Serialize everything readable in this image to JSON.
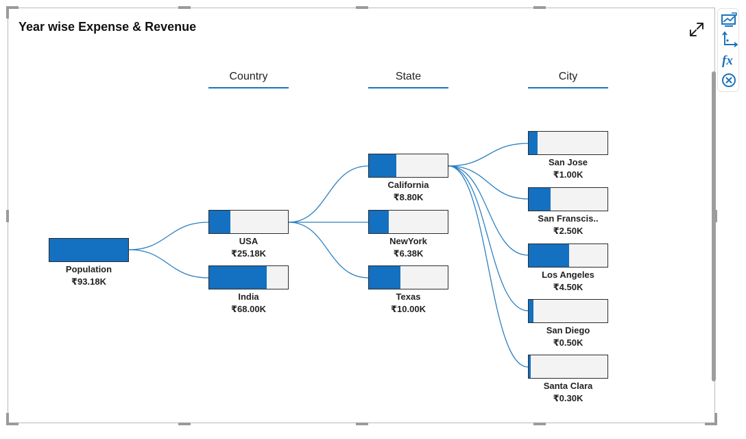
{
  "widget": {
    "title": "Year wise Expense & Revenue"
  },
  "toolbar": {
    "items": [
      {
        "name": "chart-type-icon"
      },
      {
        "name": "axis-icon"
      },
      {
        "name": "fx-icon",
        "label": "fx"
      },
      {
        "name": "close-icon"
      }
    ],
    "expand_icon": "expand-icon"
  },
  "colors": {
    "accent": "#1470c0",
    "link": "#2a7fc1",
    "bar_bg": "#f3f3f3",
    "border": "#2b2b2b"
  },
  "levels": [
    {
      "label": "Country"
    },
    {
      "label": "State"
    },
    {
      "label": "City"
    }
  ],
  "chart_data": {
    "type": "decomposition-tree",
    "title": "Year wise Expense & Revenue",
    "currency": "₹",
    "root": {
      "name": "Population",
      "value_label": "₹93.18K",
      "value": 93180,
      "share": 1.0
    },
    "nodes": [
      {
        "id": "usa",
        "level": "Country",
        "name": "USA",
        "value_label": "₹25.18K",
        "value": 25180,
        "share": 0.27,
        "parent": "root"
      },
      {
        "id": "india",
        "level": "Country",
        "name": "India",
        "value_label": "₹68.00K",
        "value": 68000,
        "share": 0.73,
        "parent": "root"
      },
      {
        "id": "california",
        "level": "State",
        "name": "California",
        "value_label": "₹8.80K",
        "value": 8800,
        "share": 0.35,
        "parent": "usa"
      },
      {
        "id": "newyork",
        "level": "State",
        "name": "NewYork",
        "value_label": "₹6.38K",
        "value": 6380,
        "share": 0.25,
        "parent": "usa"
      },
      {
        "id": "texas",
        "level": "State",
        "name": "Texas",
        "value_label": "₹10.00K",
        "value": 10000,
        "share": 0.4,
        "parent": "usa"
      },
      {
        "id": "sanjose",
        "level": "City",
        "name": "San Jose",
        "value_label": "₹1.00K",
        "value": 1000,
        "share": 0.11,
        "parent": "california"
      },
      {
        "id": "sanfrancisco",
        "level": "City",
        "name": "San Franscis..",
        "value_label": "₹2.50K",
        "value": 2500,
        "share": 0.28,
        "parent": "california"
      },
      {
        "id": "losangeles",
        "level": "City",
        "name": "Los Angeles",
        "value_label": "₹4.50K",
        "value": 4500,
        "share": 0.51,
        "parent": "california"
      },
      {
        "id": "sandiego",
        "level": "City",
        "name": "San Diego",
        "value_label": "₹0.50K",
        "value": 500,
        "share": 0.06,
        "parent": "california"
      },
      {
        "id": "santaclara",
        "level": "City",
        "name": "Santa Clara",
        "value_label": "₹0.30K",
        "value": 300,
        "share": 0.03,
        "parent": "california"
      }
    ]
  }
}
